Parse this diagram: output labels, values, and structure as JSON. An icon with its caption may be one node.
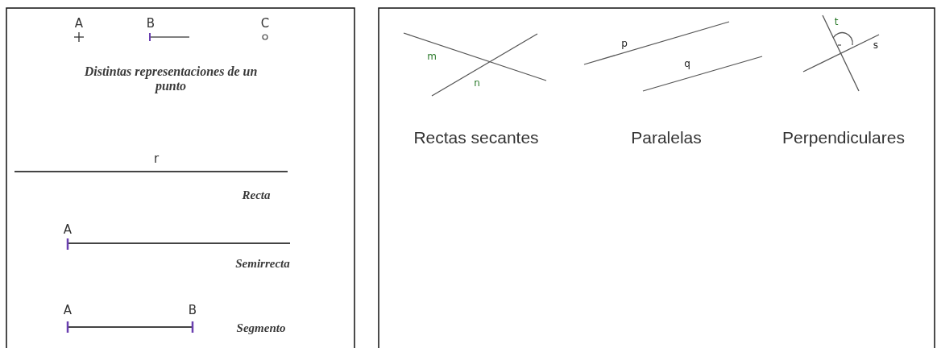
{
  "diagram": {
    "labels": [
      "A",
      "B",
      "C",
      "Distintas representaciones de un punto",
      "r",
      "Recta",
      "A",
      "Semirrecta",
      "A",
      "B",
      "Segmento",
      "m",
      "n",
      "Rectas secantes",
      "p",
      "q",
      "Paralelas",
      "t",
      "s",
      "Perpendiculares"
    ]
  }
}
